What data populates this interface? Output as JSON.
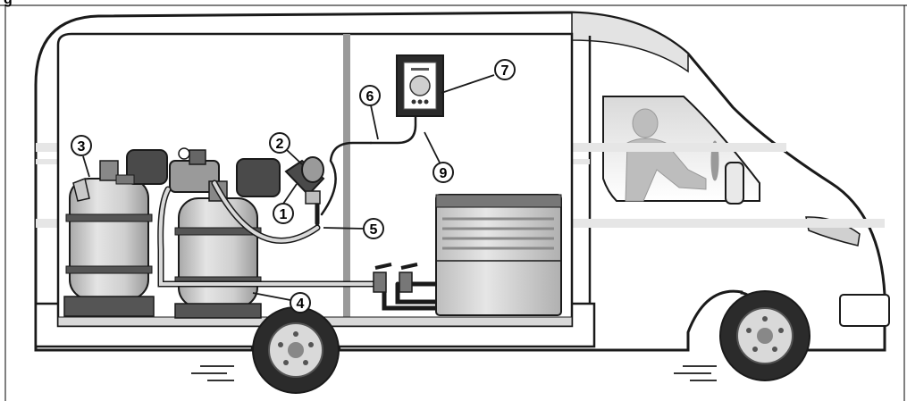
{
  "title_fragment": "g",
  "callouts": [
    {
      "id": "callout-1",
      "label": "1"
    },
    {
      "id": "callout-2",
      "label": "2"
    },
    {
      "id": "callout-3",
      "label": "3"
    },
    {
      "id": "callout-4",
      "label": "4"
    },
    {
      "id": "callout-5",
      "label": "5"
    },
    {
      "id": "callout-6",
      "label": "6"
    },
    {
      "id": "callout-7",
      "label": "7"
    },
    {
      "id": "callout-9",
      "label": "9"
    }
  ],
  "colors": {
    "outline": "#1a1a1a",
    "body_fill": "#ffffff",
    "cabin_shade": "#e6e6e6",
    "tank_fill": "#cfcfcf",
    "dark_part": "#4a4a4a"
  }
}
